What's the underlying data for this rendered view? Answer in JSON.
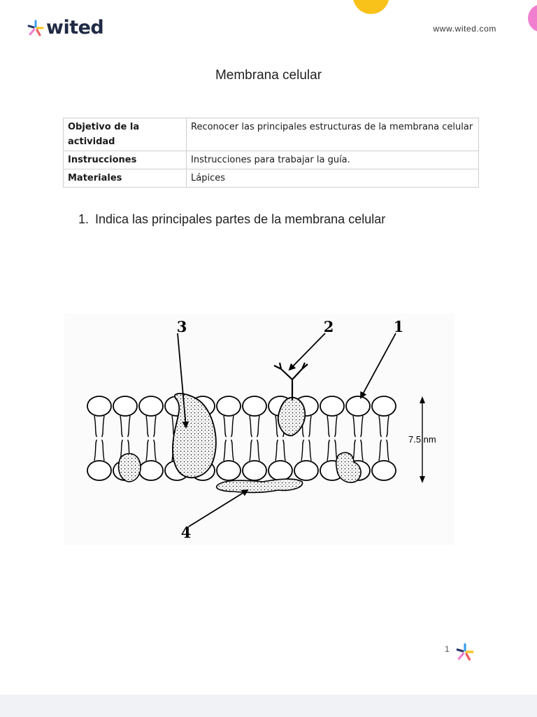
{
  "header": {
    "brand": "wited",
    "site_url": "www.wited.com"
  },
  "document": {
    "title": "Membrana celular",
    "info_table": [
      {
        "label": "Objetivo de la actividad",
        "value": "Reconocer las principales estructuras de la membrana celular"
      },
      {
        "label": "Instrucciones",
        "value": "Instrucciones para trabajar la guía."
      },
      {
        "label": "Materiales",
        "value": "Lápices"
      }
    ],
    "question": {
      "number": "1.",
      "text": "Indica las principales partes de la membrana celular"
    },
    "diagram": {
      "labels": [
        "3",
        "2",
        "1",
        "4"
      ],
      "measure": "7.5 nm"
    }
  },
  "footer": {
    "page_number": "1"
  },
  "colors": {
    "brand_dark": "#1f2a44",
    "accent_yellow": "#f9c21a",
    "accent_pink": "#f07fd0",
    "accent_blue": "#3aa0f0"
  }
}
